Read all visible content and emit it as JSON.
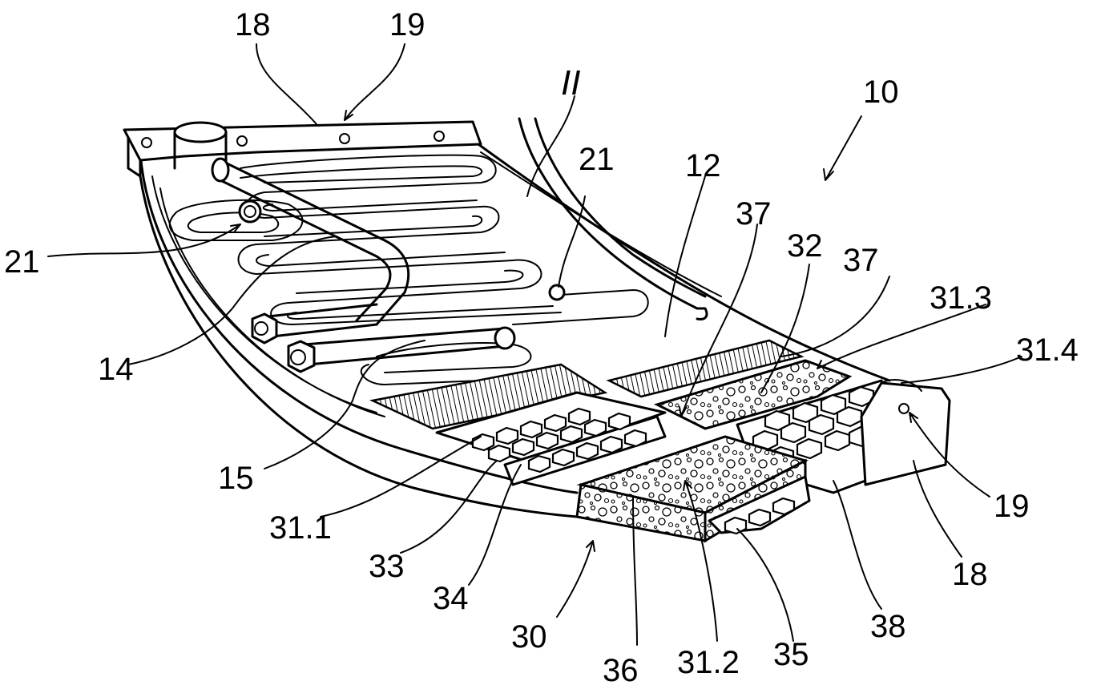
{
  "labels": {
    "l18a": "18",
    "l19a": "19",
    "lII": "II",
    "l10": "10",
    "l21a": "21",
    "l12": "12",
    "l37a": "37",
    "l32": "32",
    "l37b": "37",
    "l313": "31.3",
    "l21b": "21",
    "l314": "31.4",
    "l14": "14",
    "l15": "15",
    "l311": "31.1",
    "l19b": "19",
    "l33": "33",
    "l18b": "18",
    "l34": "34",
    "l30": "30",
    "l38": "38",
    "l36": "36",
    "l312": "31.2",
    "l35": "35"
  }
}
